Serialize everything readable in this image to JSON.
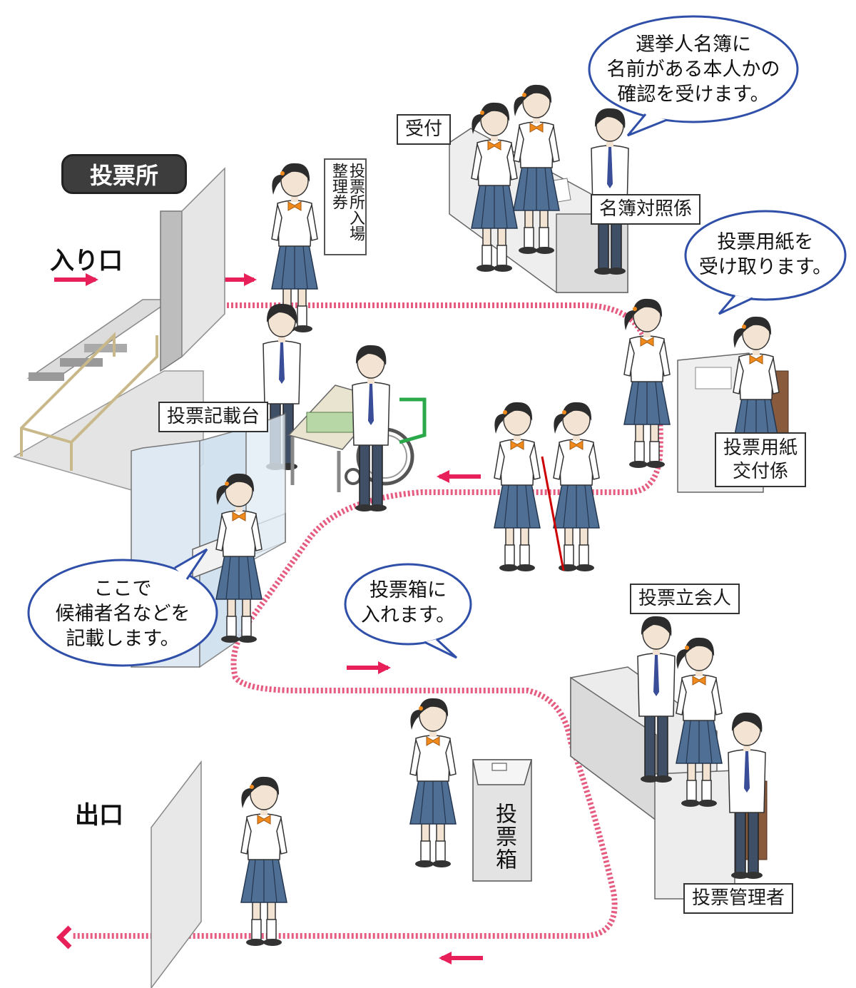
{
  "title": "投票所",
  "entrance": "入り口",
  "exit": "出口",
  "admission_ticket": "投票所入場整理券",
  "labels": {
    "reception": "受付",
    "roster_clerk": "名簿対照係",
    "ballot_issuer": "投票用紙交付係",
    "ballot_issuer_line1": "投票用紙",
    "ballot_issuer_line2": "交付係",
    "writing_desk": "投票記載台",
    "observers": "投票立会人",
    "manager": "投票管理者",
    "ballot_box": "投票箱"
  },
  "bubbles": {
    "roster_check": [
      "選挙人名簿に",
      "名前がある本人かの",
      "確認を受けます。"
    ],
    "receive_ballot": [
      "投票用紙を",
      "受け取ります。"
    ],
    "write_here": [
      "ここで",
      "候補者名などを",
      "記載します。"
    ],
    "insert_box": [
      "投票箱に",
      "入れます。"
    ]
  },
  "colors": {
    "route": "#e0406a",
    "arrow": "#e8205a",
    "bubble_border": "#2f4fa8",
    "skirt": "#4f6f94",
    "ribbon": "#f08a1c",
    "wheelchair": "#2aa84a"
  }
}
